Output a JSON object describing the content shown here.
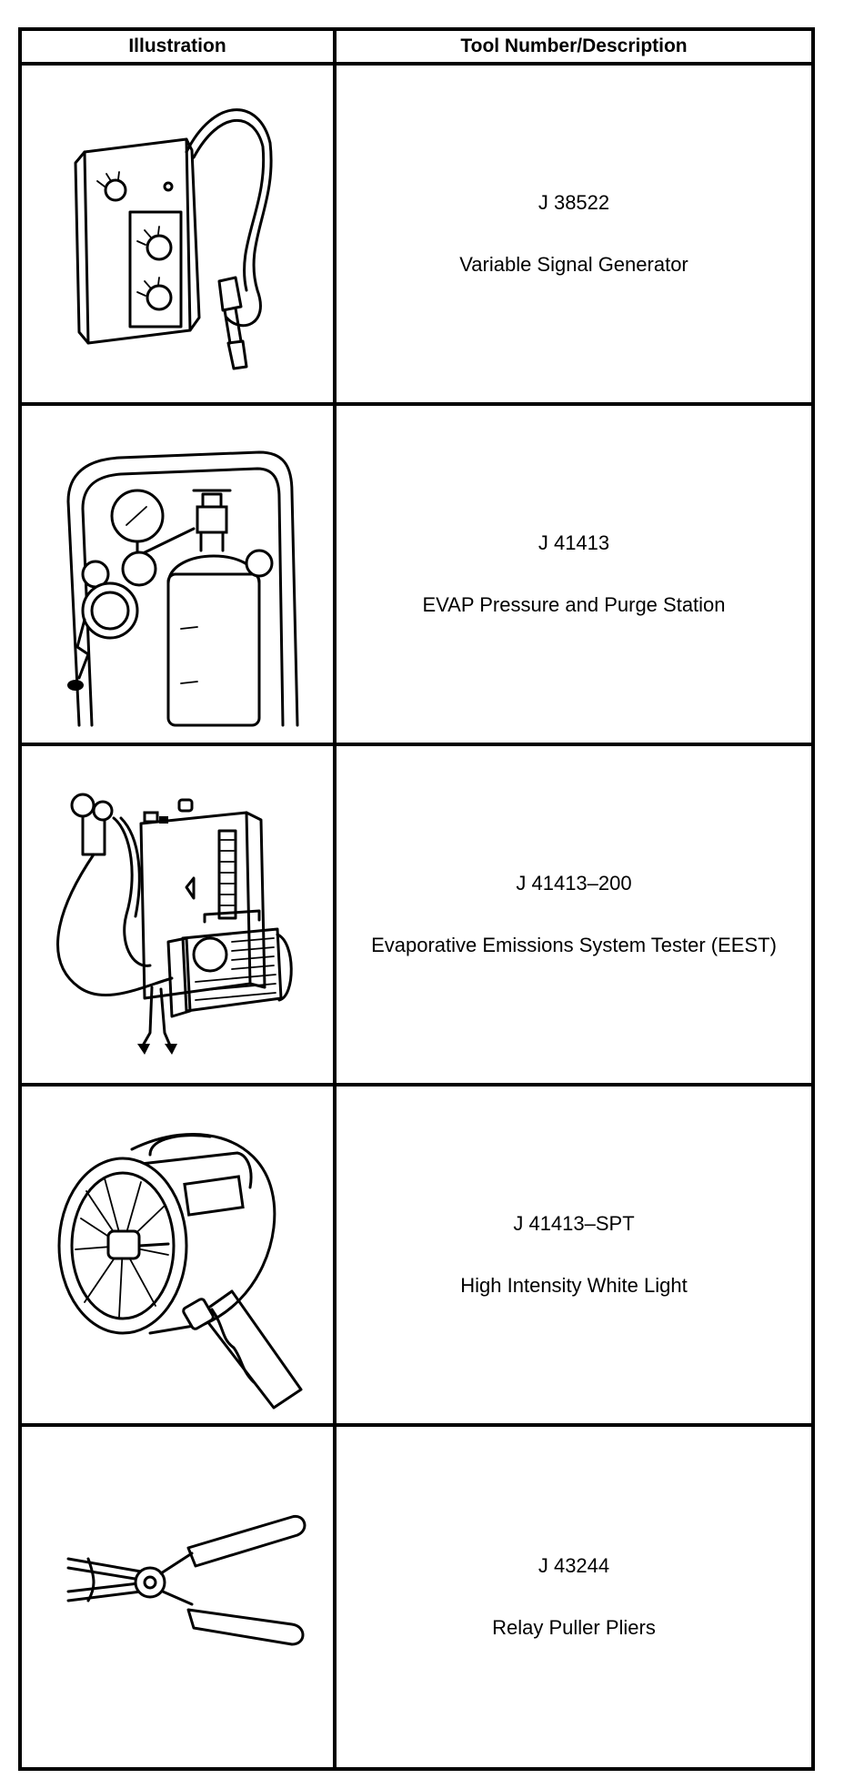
{
  "table": {
    "header": {
      "illustration": "Illustration",
      "description": "Tool Number/Description"
    },
    "rows": [
      {
        "number": "J 38522",
        "name": "Variable Signal Generator",
        "icon": "signal-generator-icon"
      },
      {
        "number": "J 41413",
        "name": "EVAP Pressure and Purge Station",
        "icon": "pressure-purge-station-icon"
      },
      {
        "number": "J 41413–200",
        "name": "Evaporative Emissions System Tester (EEST)",
        "icon": "emissions-tester-icon"
      },
      {
        "number": "J 41413–SPT",
        "name": "High Intensity White Light",
        "icon": "white-light-icon"
      },
      {
        "number": "J 43244",
        "name": "Relay Puller Pliers",
        "icon": "relay-puller-pliers-icon"
      }
    ]
  }
}
